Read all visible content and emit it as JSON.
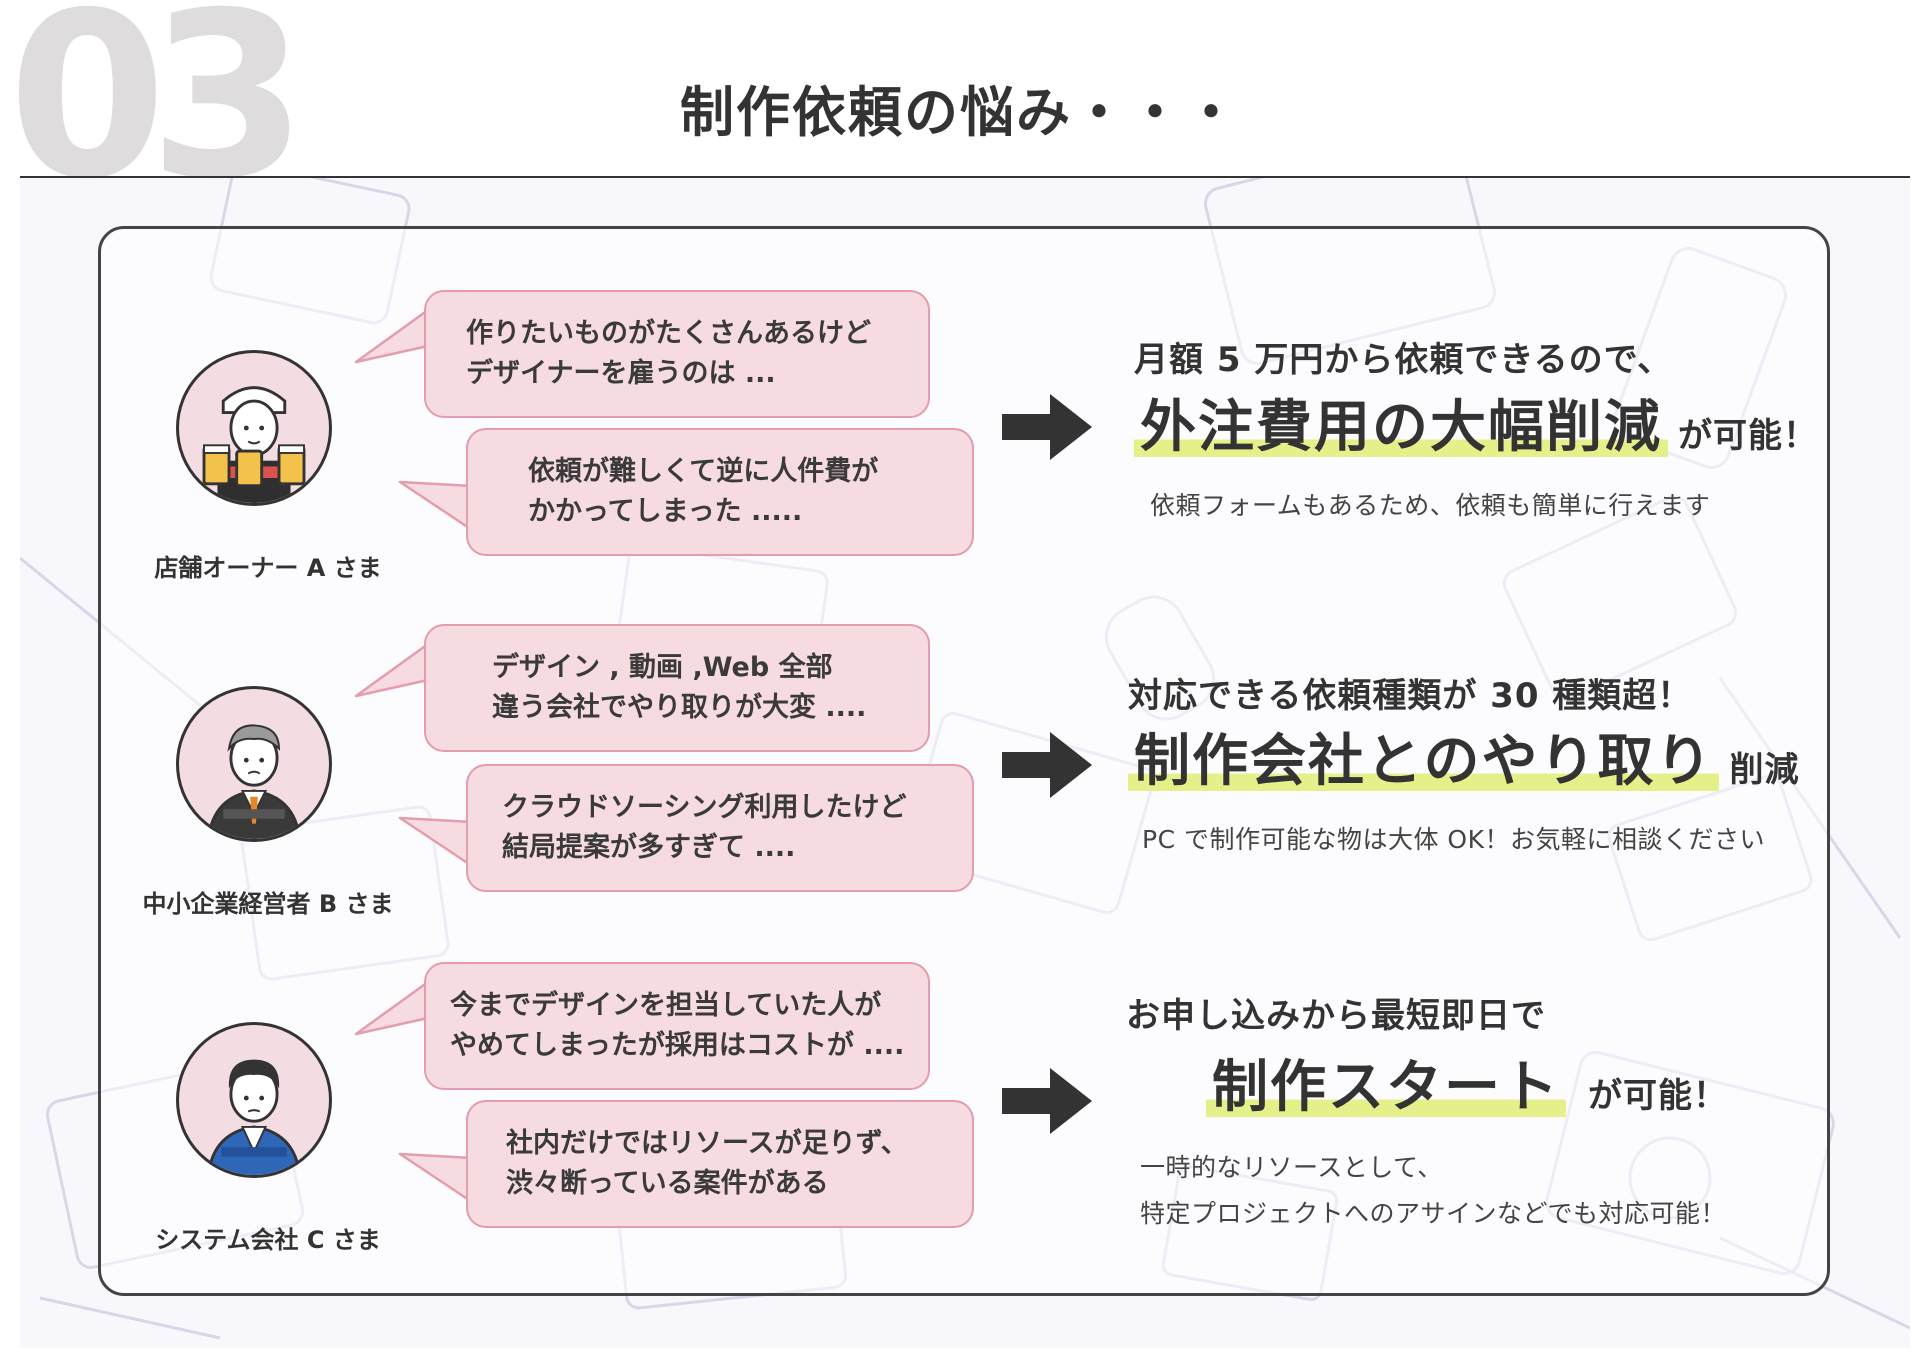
{
  "header": {
    "section_number": "03",
    "title": "制作依頼の悩み・・・"
  },
  "cases": [
    {
      "customer": "店舗オーナー A さま",
      "avatar_icon": "shop-owner-avatar-icon",
      "bubbles": [
        {
          "lines": [
            "作りたいものがたくさんあるけど",
            "デザイナーを雇うのは ..."
          ]
        },
        {
          "lines": [
            "依頼が難しくて逆に人件費が",
            "かかってしまった ....."
          ]
        }
      ],
      "solution": {
        "lead": "月額 5 万円から依頼できるので、",
        "highlight": "外注費用の大幅削減",
        "suffix": "が可能！",
        "notes": [
          "依頼フォームもあるため、依頼も簡単に行えます"
        ]
      }
    },
    {
      "customer": "中小企業経営者 B さま",
      "avatar_icon": "business-owner-avatar-icon",
      "bubbles": [
        {
          "lines": [
            "デザイン , 動画 ,Web 全部",
            "違う会社でやり取りが大変 ...."
          ]
        },
        {
          "lines": [
            "クラウドソーシング利用したけど",
            "結局提案が多すぎて ...."
          ]
        }
      ],
      "solution": {
        "lead": "対応できる依頼種類が 30 種類超！",
        "highlight": "制作会社とのやり取り",
        "suffix": "削減",
        "notes": [
          "PC で制作可能な物は大体 OK！お気軽に相談ください"
        ]
      }
    },
    {
      "customer": "システム会社 C さま",
      "avatar_icon": "system-company-avatar-icon",
      "bubbles": [
        {
          "lines": [
            "今までデザインを担当していた人が",
            "やめてしまったが採用はコストが ...."
          ]
        },
        {
          "lines": [
            "社内だけではリソースが足りず、",
            "渋々断っている案件がある"
          ]
        }
      ],
      "solution": {
        "lead": "お申し込みから最短即日で",
        "highlight": "制作スタート",
        "suffix": "が可能！",
        "notes": [
          "一時的なリソースとして、",
          "特定プロジェクトへのアサインなどでも対応可能！"
        ]
      }
    }
  ],
  "colors": {
    "bubble_fill": "#f6dbe1",
    "bubble_border": "#e49caf",
    "highlight": "#e6f08a",
    "text": "#333333",
    "number_watermark": "#dedcdc",
    "background_tint": "#f8f7fb"
  }
}
